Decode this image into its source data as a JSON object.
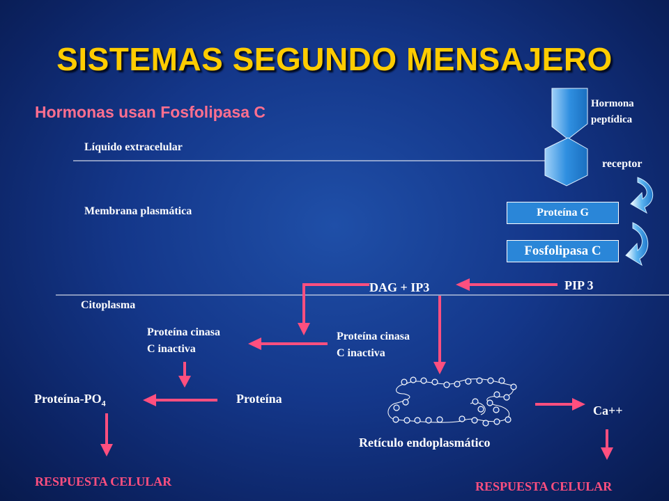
{
  "title": "SISTEMAS SEGUNDO MENSAJERO",
  "subtitle": "Hormonas usan Fosfolipasa C",
  "labels": {
    "extracellular": "Líquido extracelular",
    "membrane": "Membrana plasmática",
    "cytoplasm": "Citoplasma",
    "hormone_line1": "Hormona",
    "hormone_line2": "peptídica",
    "receptor": "receptor",
    "g_protein": "Proteína G",
    "phospholipase": "Fosfolipasa C",
    "pip3": "PIP 3",
    "dag_ip3": "DAG + IP3",
    "pkc_left_line1": "Proteína cinasa",
    "pkc_left_line2": "C inactiva",
    "pkc_right_line1": "Proteína cinasa",
    "pkc_right_line2": "C inactiva",
    "protein_po4": "Proteína-PO",
    "protein_po4_sub": "4",
    "protein": "Proteína",
    "reticulum": "Retículo endoplasmático",
    "calcium": "Ca++",
    "response_left": "RESPUESTA CELULAR",
    "response_right": "RESPUESTA CELULAR"
  },
  "colors": {
    "title": "#ffcc00",
    "subtitle": "#ff6f8f",
    "arrow": "#ff4f7f",
    "box_fill": "#2a86d8",
    "curved_arrow": "#3aa0e8"
  }
}
